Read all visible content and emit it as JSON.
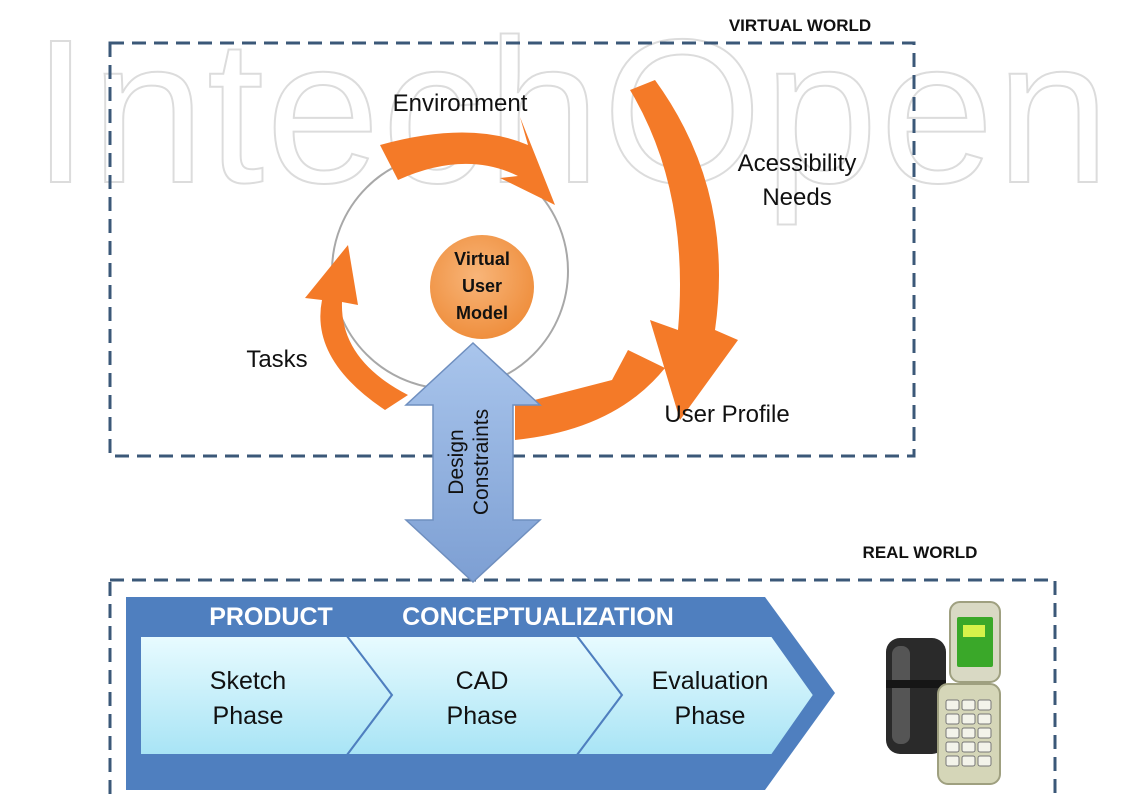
{
  "watermark": "IntechOpen",
  "virtual_world": {
    "title": "VIRTUAL WORLD",
    "center": [
      "Virtual",
      "User",
      "Model"
    ],
    "labels": {
      "environment": "Environment",
      "accessibility": [
        "Acessibility",
        "Needs"
      ],
      "tasks": "Tasks",
      "user_profile": "User Profile"
    }
  },
  "design_constraints": [
    "Design",
    "Constraints"
  ],
  "real_world": {
    "title": "REAL WORLD",
    "banner": [
      "PRODUCT",
      "CONCEPTUALIZATION"
    ],
    "phases": [
      [
        "Sketch",
        "Phase"
      ],
      [
        "CAD",
        "Phase"
      ],
      [
        "Evaluation",
        "Phase"
      ]
    ]
  },
  "colors": {
    "arrow_orange": "#f47a28",
    "center_orange": "#f5a05a",
    "frame_dash": "#3b5878",
    "banner_blue": "#4f7fbf",
    "phase_light": "#c9f0fb",
    "constraint_arrow": "#8fb1df"
  }
}
